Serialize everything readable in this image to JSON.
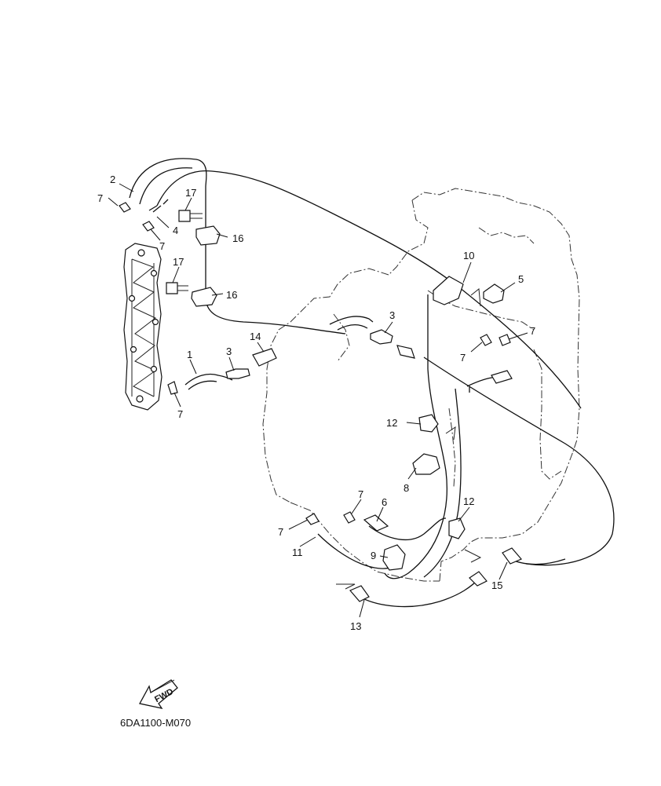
{
  "diagram": {
    "code": "6DA1100-M070",
    "fwd_label": "FWD",
    "callouts": {
      "c1": "1",
      "c2": "2",
      "c3a": "3",
      "c3b": "3",
      "c4": "4",
      "c5": "5",
      "c6": "6",
      "c7a": "7",
      "c7b": "7",
      "c7c": "7",
      "c7d": "7",
      "c7e": "7",
      "c7f": "7",
      "c7g": "7",
      "c8": "8",
      "c9": "9",
      "c10": "10",
      "c11": "11",
      "c12a": "12",
      "c12b": "12",
      "c13": "13",
      "c14": "14",
      "c15": "15",
      "c16a": "16",
      "c16b": "16",
      "c17a": "17",
      "c17b": "17"
    }
  }
}
